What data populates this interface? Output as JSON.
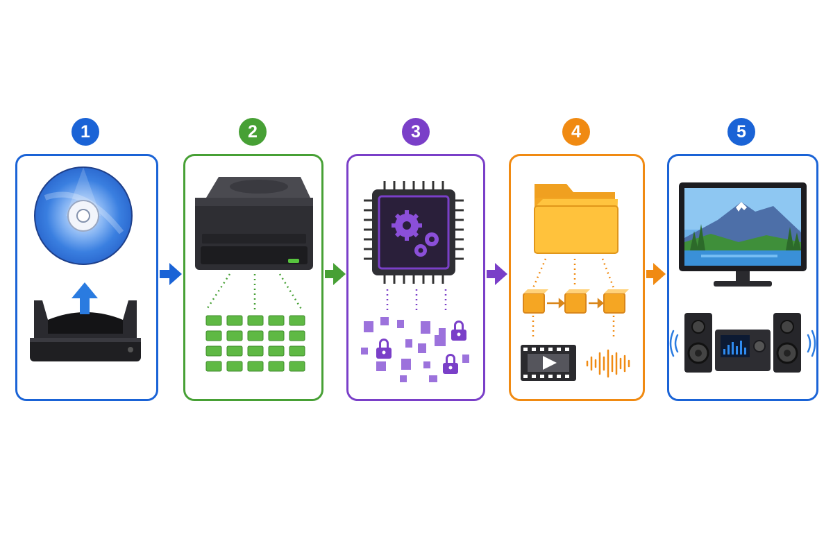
{
  "steps": [
    {
      "number": "1",
      "color": "#1a63d6",
      "icon": "disc-eject-icon"
    },
    {
      "number": "2",
      "color": "#47a035",
      "icon": "optical-drive-read-icon"
    },
    {
      "number": "3",
      "color": "#7a3fc8",
      "icon": "processor-decrypt-icon"
    },
    {
      "number": "4",
      "color": "#f08a12",
      "icon": "folder-demux-icon"
    },
    {
      "number": "5",
      "color": "#1a63d6",
      "icon": "tv-speakers-icon"
    }
  ],
  "arrows": [
    {
      "color": "#1a63d6"
    },
    {
      "color": "#47a035"
    },
    {
      "color": "#7a3fc8"
    },
    {
      "color": "#f08a12"
    }
  ]
}
